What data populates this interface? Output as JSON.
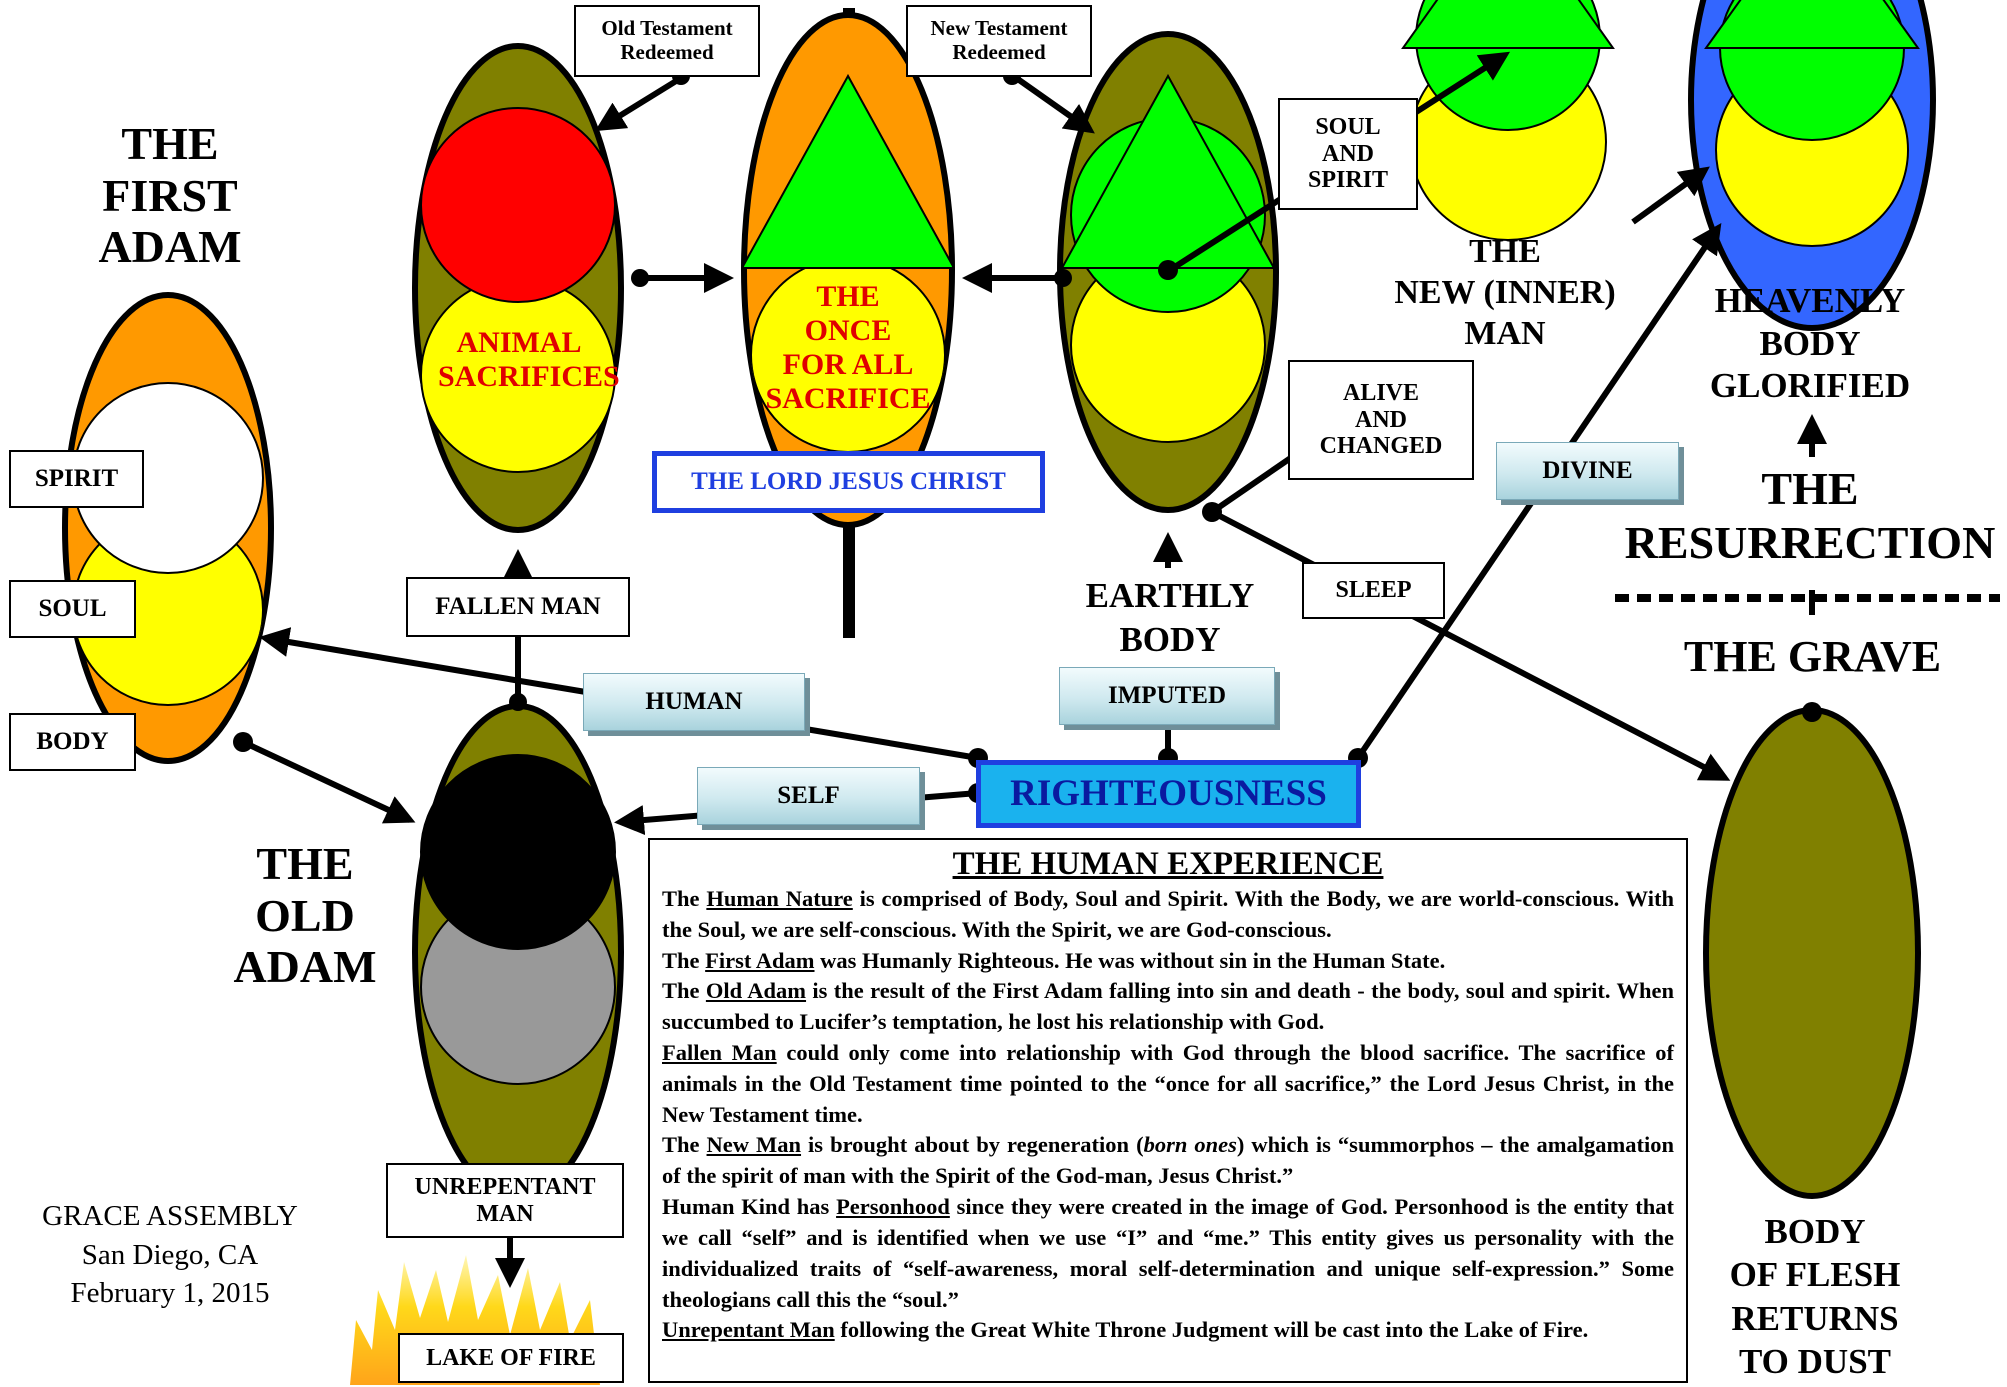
{
  "first_adam": {
    "title_line1": "THE",
    "title_line2": "FIRST",
    "title_line3": "ADAM",
    "spirit": "SPIRIT",
    "soul": "SOUL",
    "body": "BODY"
  },
  "old_adam": {
    "title_line1": "THE",
    "title_line2": "OLD",
    "title_line3": "ADAM"
  },
  "top": {
    "ot_redeemed_line1": "Old Testament",
    "ot_redeemed_line2": "Redeemed",
    "nt_redeemed_line1": "New Testament",
    "nt_redeemed_line2": "Redeemed"
  },
  "animal_sacrifices": {
    "line1": "ANIMAL",
    "line2": "SACRIFICES"
  },
  "once_for_all": {
    "line1": "THE",
    "line2": "ONCE",
    "line3": "FOR ALL",
    "line4": "SACRIFICE"
  },
  "lord_jesus": "THE LORD JESUS CHRIST",
  "fallen_man": "FALLEN MAN",
  "soul_spirit": {
    "line1": "SOUL",
    "line2": "AND",
    "line3": "SPIRIT"
  },
  "new_inner_man": {
    "line1": "THE",
    "line2": "NEW (INNER)",
    "line3": "MAN"
  },
  "alive_changed": {
    "line1": "ALIVE",
    "line2": "AND",
    "line3": "CHANGED"
  },
  "earthly_body": {
    "line1": "EARTHLY",
    "line2": "BODY"
  },
  "sleep": "SLEEP",
  "divine": "DIVINE",
  "heavenly": {
    "line1": "HEAVENLY",
    "line2": "BODY",
    "line3": "GLORIFIED"
  },
  "resurrection": {
    "line1": "THE",
    "line2": "RESURRECTION"
  },
  "grave": "THE GRAVE",
  "dust": {
    "line1": "BODY",
    "line2": "OF FLESH",
    "line3": "RETURNS",
    "line4": "TO DUST"
  },
  "human": "HUMAN",
  "imputed": "IMPUTED",
  "self": "SELF",
  "righteousness": "RIGHTEOUSNESS",
  "unrepentant": {
    "line1": "UNREPENTANT",
    "line2": "MAN"
  },
  "lake_of_fire": "LAKE OF FIRE",
  "footer": {
    "line1": "GRACE ASSEMBLY",
    "line2": "San Diego, CA",
    "line3": "February 1, 2015"
  },
  "experience": {
    "title": "THE HUMAN EXPERIENCE",
    "p1_pre": "The ",
    "p1_term": "Human Nature",
    "p1_post": " is comprised of Body, Soul and Spirit. With the Body, we are world-conscious. With the Soul, we are self-conscious. With the Spirit, we are God-conscious.",
    "p2_pre": "The ",
    "p2_term": "First Adam",
    "p2_post": " was Humanly Righteous. He was without sin in the Human State.",
    "p3_pre": "The ",
    "p3_term": "Old Adam",
    "p3_post": " is the result of the First Adam falling into sin and death - the body, soul and spirit. When succumbed to Lucifer’s temptation, he lost his relationship with God.",
    "p4_term": "Fallen Man",
    "p4_post": " could only come into relationship with God through the blood sacrifice. The sacrifice of animals in the Old Testament time pointed to the “once for all sacrifice,” the Lord Jesus Christ, in the New Testament time.",
    "p5_pre": "The ",
    "p5_term": "New Man",
    "p5_mid": " is brought about by regeneration (",
    "p5_italic": "born ones",
    "p5_post": ") which is “summorphos – the amalgamation of the spirit of man with the Spirit of the God-man, Jesus Christ.”",
    "p6_pre": "Human Kind has ",
    "p6_term": "Personhood",
    "p6_post": " since they were created in the image of God. Personhood is the entity that we call “self” and is identified when we use “I” and “me.” This entity gives us personality with the individualized traits of “self-awareness, moral self-determination and unique self-expression.” Some theologians call this the “soul.”",
    "p7_term": "Unrepentant Man",
    "p7_post": " following the Great White Throne Judgment will be cast into the Lake of Fire."
  },
  "colors": {
    "orange": "#ff9900",
    "olive": "#808000",
    "yellow": "#ffff00",
    "green": "#00ff00",
    "red": "#ff0000",
    "blue": "#3366ff",
    "cyan": "#1ab2ee",
    "gray": "#999999"
  }
}
